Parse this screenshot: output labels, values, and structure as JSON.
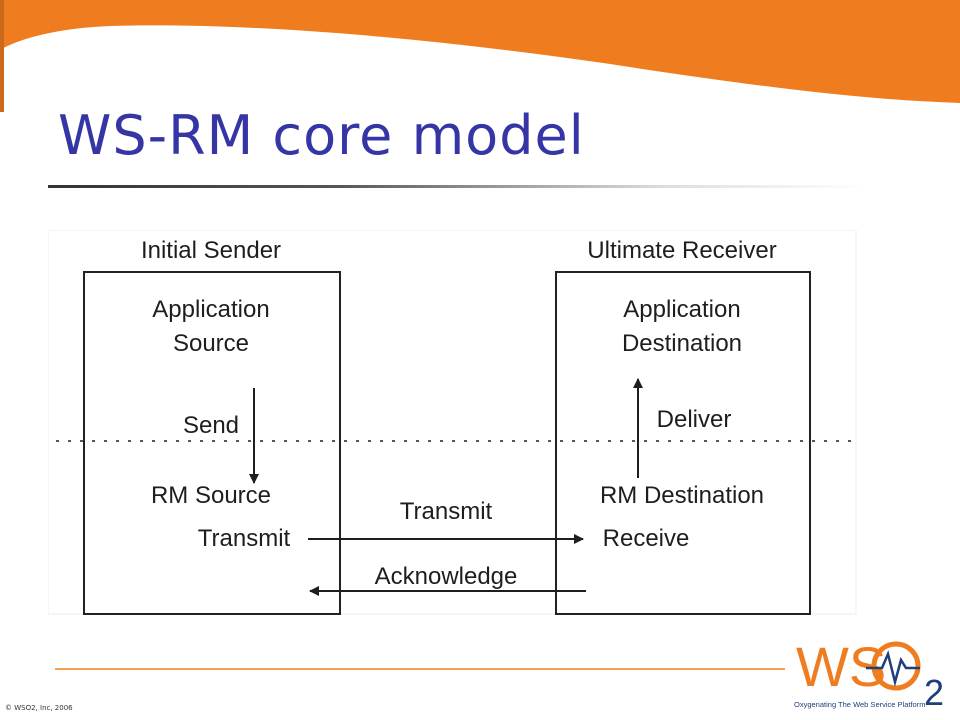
{
  "slide": {
    "title": "WS-RM core model",
    "copyright": "© WSO2, Inc, 2006"
  },
  "diagram": {
    "sender": {
      "heading": "Initial Sender",
      "app_line1": "Application",
      "app_line2": "Source",
      "send": "Send",
      "rm_source": "RM Source",
      "transmit": "Transmit"
    },
    "receiver": {
      "heading": "Ultimate Receiver",
      "app_line1": "Application",
      "app_line2": "Destination",
      "deliver": "Deliver",
      "rm_destination": "RM Destination",
      "receive": "Receive"
    },
    "middle": {
      "transmit": "Transmit",
      "acknowledge": "Acknowledge"
    }
  },
  "logo": {
    "wordmark_ws": "WS",
    "wordmark_2": "2",
    "tagline": "Oxygenating The Web Service Platform"
  },
  "colors": {
    "brand_orange": "#ef7d1f",
    "title_blue": "#3535a6",
    "logo_navy": "#1d3f7a",
    "footer_rule": "#f0a050"
  }
}
